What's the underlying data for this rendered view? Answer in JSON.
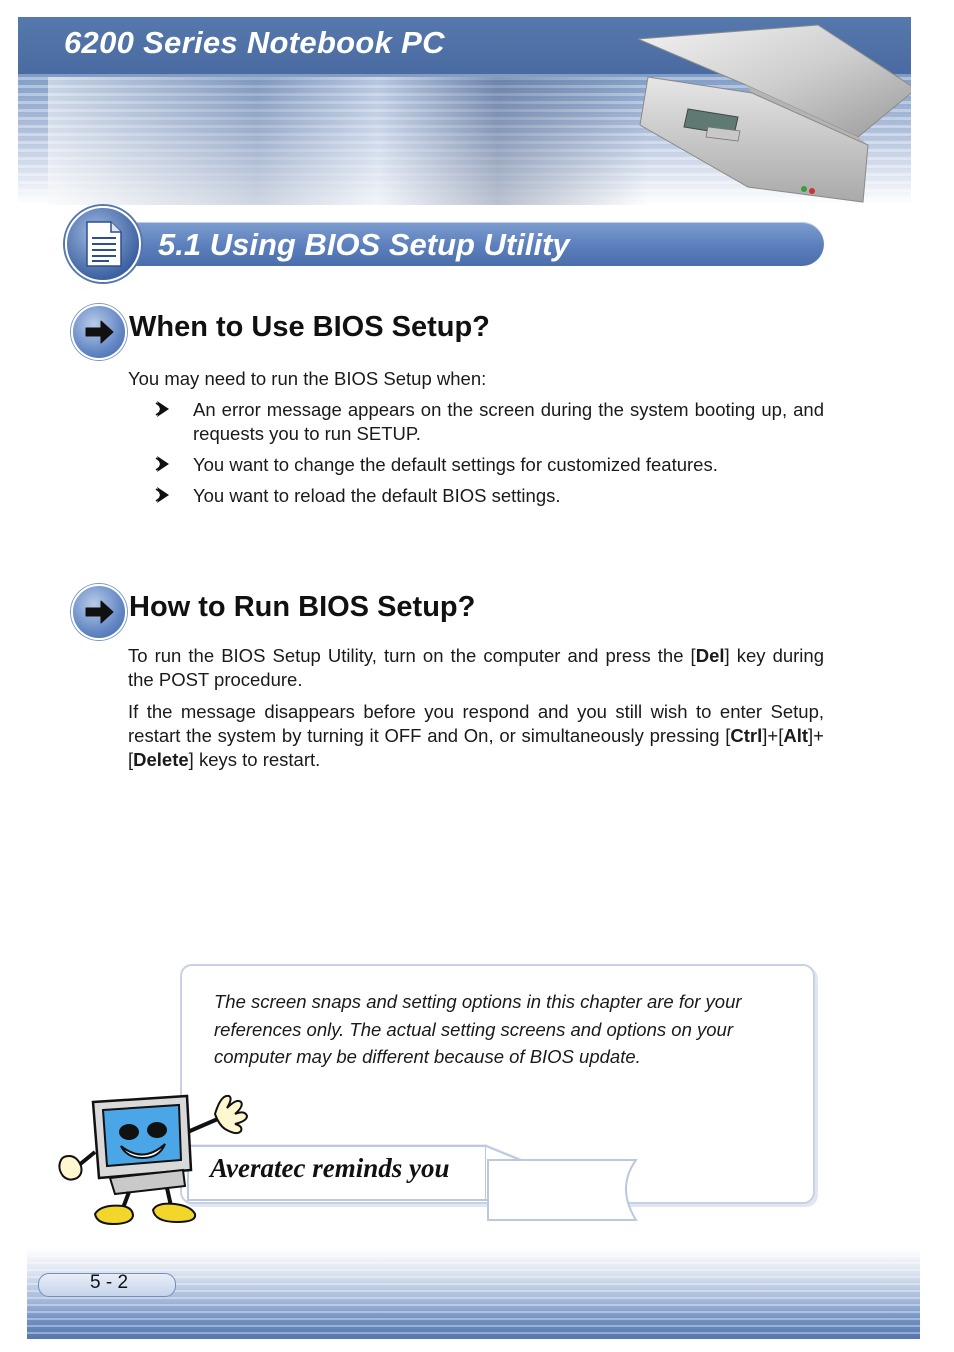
{
  "header": {
    "title": "6200 Series Notebook PC"
  },
  "section": {
    "title": "5.1  Using BIOS Setup Utility"
  },
  "when": {
    "heading": "When to Use BIOS Setup?",
    "intro": "You may need to run the BIOS Setup when:",
    "bullets": [
      "An error message appears on the screen during the system booting up, and requests you to run SETUP.",
      "You want to change the default settings for customized features.",
      "You want to reload the default BIOS settings."
    ]
  },
  "how": {
    "heading": "How to Run BIOS Setup?",
    "p1_before": "To run the BIOS Setup Utility, turn on the computer and press the [",
    "p1_key": "Del",
    "p1_after": "] key during the POST procedure.",
    "p2_before": "If the message disappears before you respond and you still wish to enter Setup, restart the system by turning it OFF and On, or simultaneously pressing [",
    "p2_key1": "Ctrl",
    "p2_sep1": "]+[",
    "p2_key2": "Alt",
    "p2_sep2": "]+[",
    "p2_key3": "Delete",
    "p2_after": "]  keys to restart."
  },
  "note": {
    "text": "The screen snaps and setting options in this chapter are for your references only.  The actual setting screens and options on your computer may be different because of BIOS update.",
    "banner": "Averatec reminds you"
  },
  "footer": {
    "page": "5 - 2"
  },
  "colors": {
    "accent_blue": "#5578ad",
    "text": "#1a1a1a"
  },
  "icons": [
    "document-icon",
    "arrow-right-icon",
    "bullet-arrow-icon",
    "mascot-computer-icon",
    "laptop-image"
  ]
}
